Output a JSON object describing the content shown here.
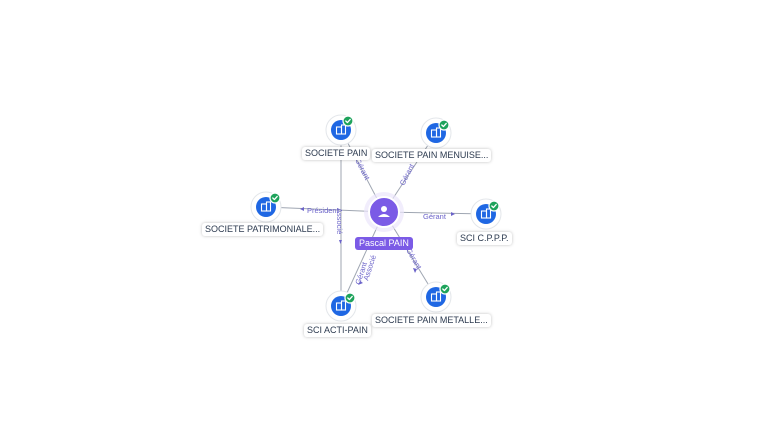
{
  "center": {
    "name": "Pascal PAIN",
    "icon": "person-icon"
  },
  "companies": [
    {
      "id": "societe-pain",
      "name": "SOCIETE PAIN",
      "icon": "building-icon",
      "status": "active"
    },
    {
      "id": "societe-pain-menuiserie",
      "name": "SOCIETE PAIN MENUISE...",
      "icon": "building-icon",
      "status": "active"
    },
    {
      "id": "societe-patrimoniale",
      "name": "SOCIETE PATRIMONIALE...",
      "icon": "building-icon",
      "status": "active"
    },
    {
      "id": "sci-cppp",
      "name": "SCI C.P.P.P.",
      "icon": "building-icon",
      "status": "active"
    },
    {
      "id": "sci-acti-pain",
      "name": "SCI ACTI-PAIN",
      "icon": "building-icon",
      "status": "active"
    },
    {
      "id": "societe-pain-metallerie",
      "name": "SOCIETE PAIN METALLE...",
      "icon": "building-icon",
      "status": "active"
    }
  ],
  "edge_labels": {
    "president": "Président",
    "gerant": "Gérant",
    "associe": "Associé"
  },
  "colors": {
    "center": "#7b5be6",
    "node": "#1f67e3",
    "status_ok": "#1ea35b",
    "edge_label": "#6b63c9"
  }
}
